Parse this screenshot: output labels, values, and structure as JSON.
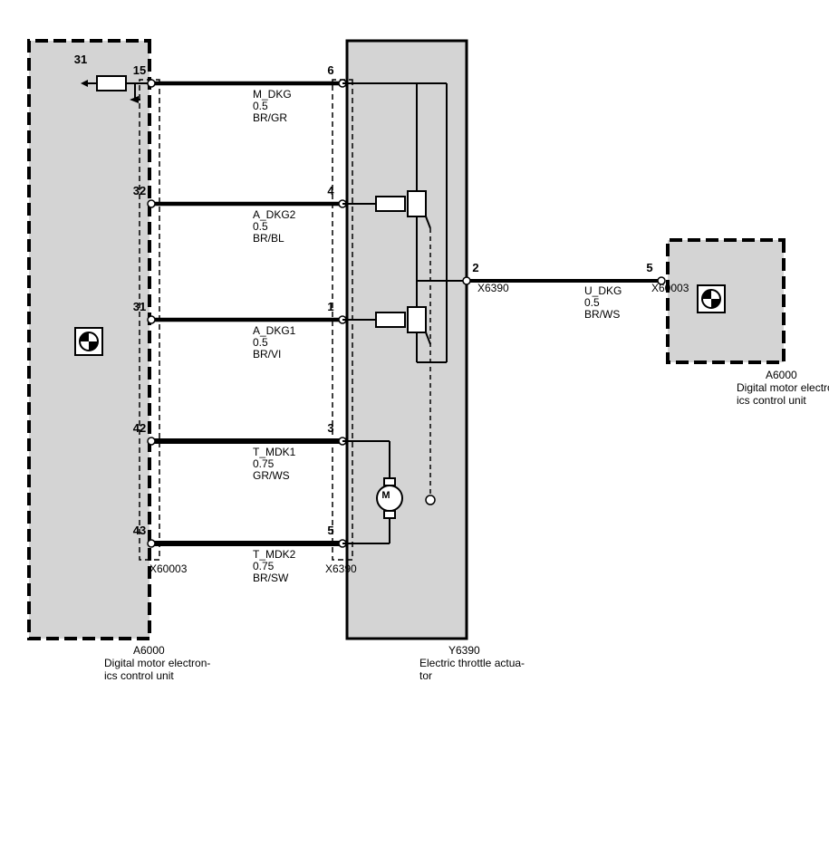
{
  "colors": {
    "module_fill": "#d4d4d4",
    "line": "#000000",
    "background": "#ffffff"
  },
  "modules": {
    "ecu_left": {
      "id": "A6000",
      "desc_line1": "Digital motor electron-",
      "desc_line2": "ics control unit",
      "connector": "X60003"
    },
    "actuator": {
      "id": "Y6390",
      "desc_line1": "Electric throttle actua-",
      "desc_line2": "tor",
      "connector": "X6390"
    },
    "ecu_right": {
      "id": "A6000",
      "desc_line1": "Digital motor electron-",
      "desc_line2": "ics control unit",
      "connector": "X60003"
    }
  },
  "ground_pin": "31",
  "motor_label": "M",
  "icons": {
    "ecu_logo": "bmw-roundel-icon",
    "motor": "motor-icon",
    "resistor": "resistor-icon"
  },
  "wires": [
    {
      "name": "M_DKG",
      "cross_section": "0.5",
      "color": "BR/GR",
      "ecu_pin": "15",
      "act_pin": "6"
    },
    {
      "name": "A_DKG2",
      "cross_section": "0.5",
      "color": "BR/BL",
      "ecu_pin": "32",
      "act_pin": "4"
    },
    {
      "name": "A_DKG1",
      "cross_section": "0.5",
      "color": "BR/VI",
      "ecu_pin": "31",
      "act_pin": "1"
    },
    {
      "name": "T_MDK1",
      "cross_section": "0.75",
      "color": "GR/WS",
      "ecu_pin": "42",
      "act_pin": "3"
    },
    {
      "name": "T_MDK2",
      "cross_section": "0.75",
      "color": "BR/SW",
      "ecu_pin": "43",
      "act_pin": "5"
    }
  ],
  "supply_wire": {
    "name": "U_DKG",
    "cross_section": "0.5",
    "color": "BR/WS",
    "act_pin": "2",
    "ecu_pin": "5"
  }
}
